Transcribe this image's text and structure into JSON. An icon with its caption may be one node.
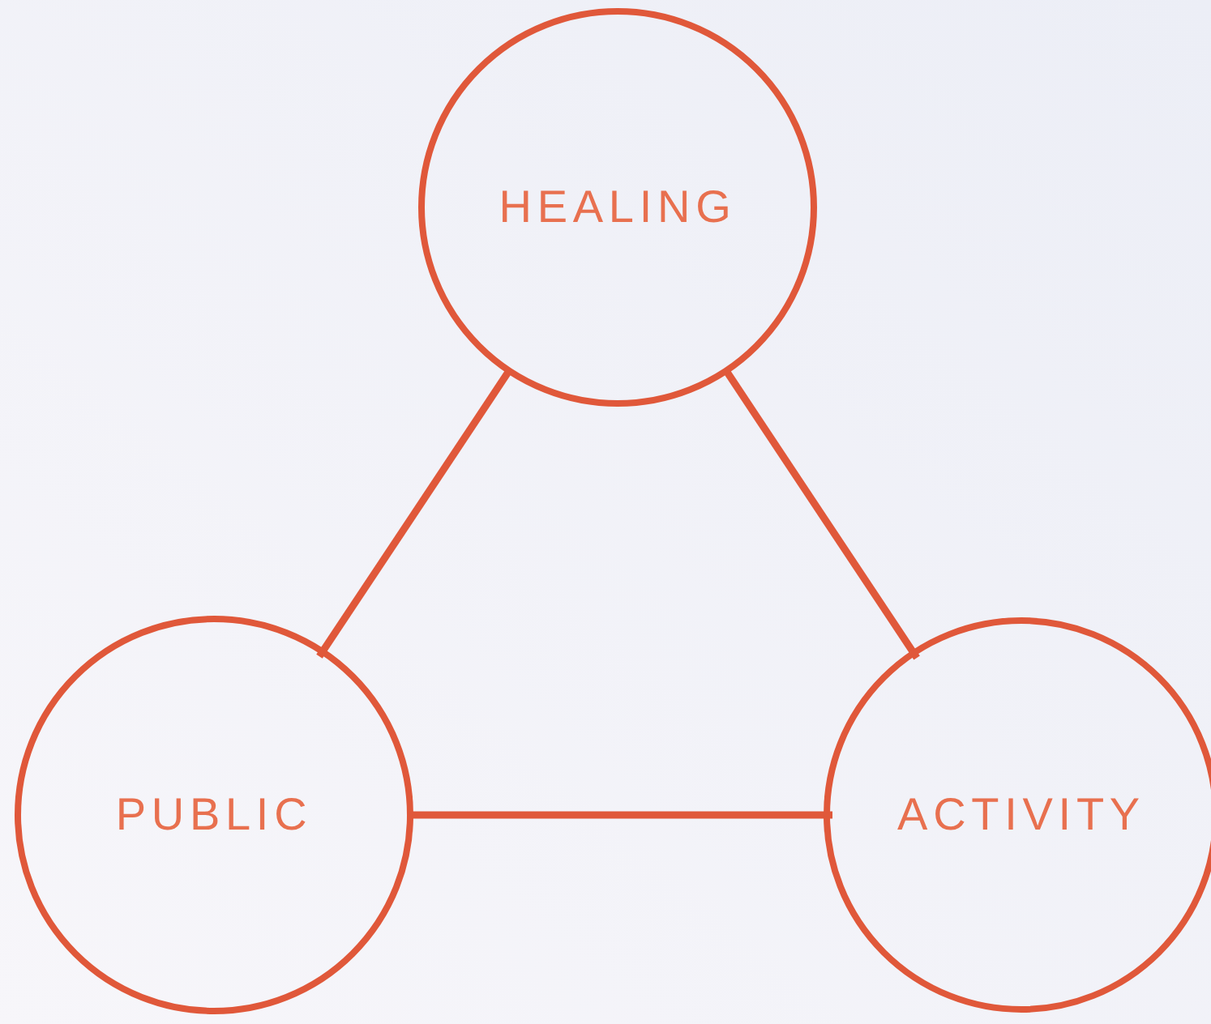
{
  "diagram": {
    "nodes": [
      {
        "text": [
          "HEALING"
        ]
      },
      {
        "text": [
          "PUBLIC"
        ]
      },
      {
        "text": [
          "ACTIVITY"
        ]
      }
    ],
    "edges": [
      {
        "from": 0,
        "to": 1,
        "arrow": "none"
      },
      {
        "from": 0,
        "to": 2,
        "arrow": "none"
      },
      {
        "from": 1,
        "to": 2,
        "arrow": "none"
      }
    ]
  }
}
